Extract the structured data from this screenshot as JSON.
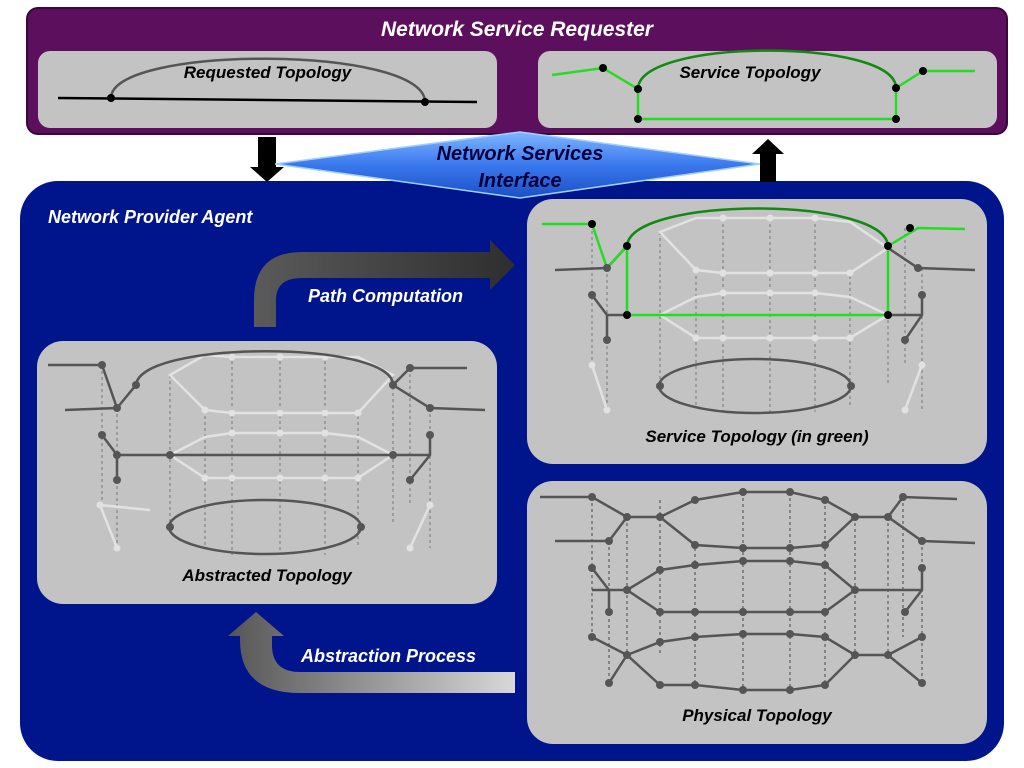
{
  "requester": {
    "title": "Network Service Requester",
    "requested_label": "Requested Topology",
    "service_label": "Service Topology"
  },
  "interface": {
    "line1": "Network Services",
    "line2": "Interface"
  },
  "provider": {
    "title": "Network Provider Agent",
    "path_computation": "Path Computation",
    "abstraction_process": "Abstraction Process",
    "service_green_label": "Service Topology (in green)",
    "abstracted_label": "Abstracted Topology",
    "physical_label": "Physical Topology"
  },
  "colors": {
    "requester_bg": "#5c0f5c",
    "provider_bg": "#00148c",
    "service_green": "#22dd22",
    "box_gray": "#c3c3c3"
  }
}
